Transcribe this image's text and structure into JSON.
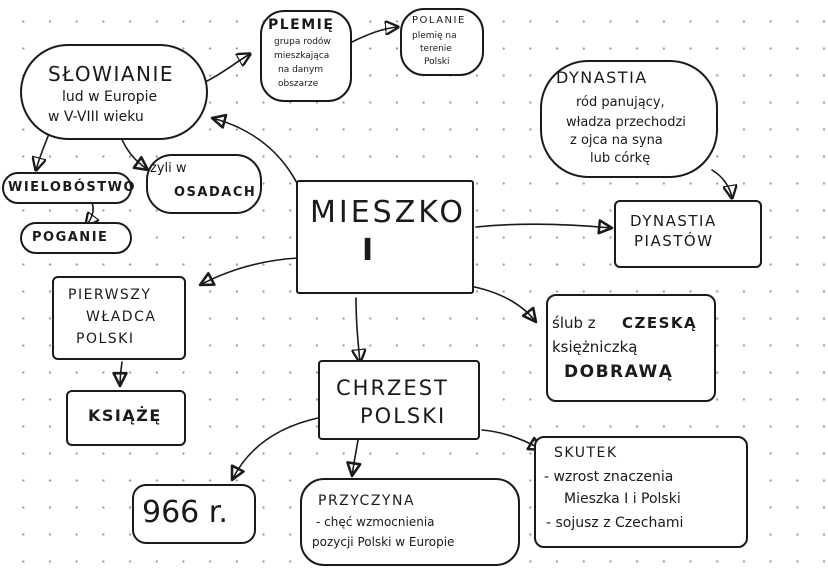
{
  "center": {
    "line1": "MIESZKO",
    "line2": "I"
  },
  "slowianie": {
    "title": "SŁOWIANIE",
    "line1": "lud w Europie",
    "line2": "w V-VIII wieku"
  },
  "plemie": {
    "title": "PLEMIĘ",
    "line1": "grupa rodów",
    "line2": "mieszkająca",
    "line3": "na danym",
    "line4": "obszarze"
  },
  "polanie": {
    "line1": "POLANIE",
    "line2": "plemię na",
    "line3": "terenie",
    "line4": "Polski"
  },
  "dynastia_def": {
    "title": "DYNASTIA",
    "line1": "ród panujący,",
    "line2": "władza przechodzi",
    "line3": "z ojca na syna",
    "line4": "lub córkę"
  },
  "dynastia_piastow": {
    "line1": "DYNASTIA",
    "line2": "PIASTÓW"
  },
  "wielobostwo": {
    "label": "WIELOBÓSTWO"
  },
  "poganie": {
    "label": "POGANIE"
  },
  "osady": {
    "line1": "żyli w",
    "line2": "OSADACH"
  },
  "pierwszy": {
    "line1": "PIERWSZY",
    "line2": "WŁADCA",
    "line3": "POLSKI"
  },
  "ksiaze": {
    "label": "KSIĄŻĘ"
  },
  "slub": {
    "line1_a": "ślub z",
    "line1_b": "CZESKĄ",
    "line2": "księżniczką",
    "line3": "DOBRAWĄ"
  },
  "chrzest": {
    "line1": "CHRZEST",
    "line2": "POLSKI"
  },
  "rok": {
    "label": "966 r."
  },
  "przyczyna": {
    "title": "PRZYCZYNA",
    "line1": "- chęć wzmocnienia",
    "line2": "pozycji Polski w Europie"
  },
  "skutek": {
    "title": "SKUTEK",
    "line1": "- wzrost znaczenia",
    "line2": "Mieszka I i Polski",
    "line3": "- sojusz z Czechami"
  }
}
